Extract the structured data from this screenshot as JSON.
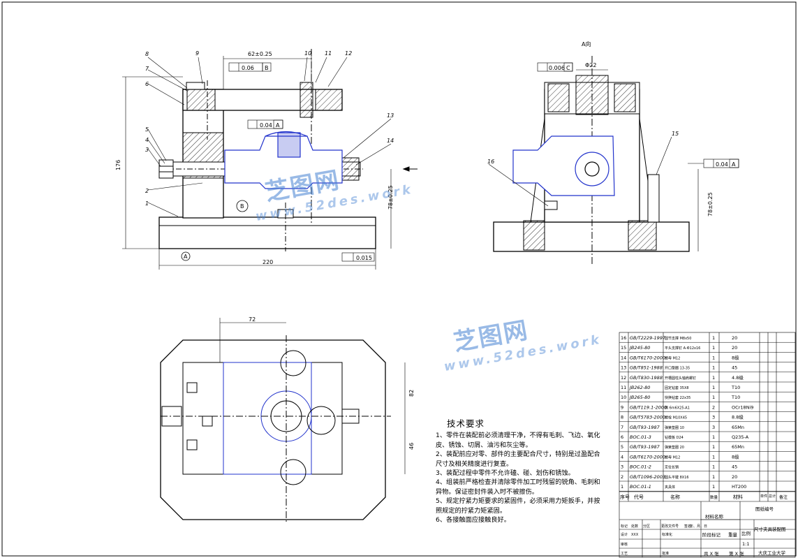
{
  "views": {
    "section_a_label": "A向",
    "callouts_front": [
      "1",
      "2",
      "3",
      "4",
      "5",
      "6",
      "7",
      "8",
      "9",
      "10",
      "11",
      "12",
      "13",
      "14"
    ],
    "callouts_side": [
      "15",
      "16"
    ],
    "dim_top": "62±0.25",
    "dim_height": "176",
    "dim_width": "220",
    "dim_base": "78±0.25",
    "dim_base_side": "78±0.25",
    "dim_phi": "Φ22",
    "dim_plan_72": "72",
    "dim_plan_82": "82",
    "dim_plan_46": "46",
    "tol_perp": "0.06",
    "tol_perp_ref": "B",
    "tol_par_front": "0.04",
    "tol_par_front_ref": "A",
    "tol_flat": "0.015",
    "tol_side_top": "0.006",
    "tol_side_top_ref": "C",
    "tol_side_par": "0.04",
    "tol_side_par_ref": "A",
    "datum_a": "A",
    "datum_b": "B"
  },
  "tech": {
    "title": "技术要求",
    "items": [
      "1、零件在装配前必须清理干净，不得有毛刺、飞边、氧化皮、锈蚀、切屑、油污和灰尘等。",
      "2、装配前应对零、部件的主要配合尺寸，特别是过盈配合尺寸及相关精度进行复查。",
      "3、装配过程中零件不允许磕、碰、划伤和锈蚀。",
      "4、组装前严格检查并清除零件加工时残留的锐角、毛刺和异物。保证密封件装入时不被擦伤。",
      "5、规定拧紧力矩要求的紧固件，必须采用力矩扳手，并按照规定的拧紧力矩紧固。",
      "6、各接触面应接触良好。"
    ]
  },
  "bom": {
    "rows": [
      {
        "no": "16",
        "code": "GB/T2229-1997",
        "name": "圆节支撑 M8x50",
        "qty": "1",
        "mat": "20"
      },
      {
        "no": "15",
        "code": "JB245-80",
        "name": "平头支撑钉 A-Φ12x16",
        "qty": "1",
        "mat": "20"
      },
      {
        "no": "14",
        "code": "GB/T6170-2000",
        "name": "螺母 M12",
        "qty": "1",
        "mat": "8级"
      },
      {
        "no": "13",
        "code": "GB/T851-1988",
        "name": "开口垫圈 13-35",
        "qty": "1",
        "mat": "45"
      },
      {
        "no": "12",
        "code": "GB/T830-1988",
        "name": "开槽圆柱头轴肩螺钉",
        "qty": "1",
        "mat": "4.8级"
      },
      {
        "no": "11",
        "code": "JB262-80",
        "name": "固定钻套 35X8",
        "qty": "1",
        "mat": "T10"
      },
      {
        "no": "10",
        "code": "JB265-80",
        "name": "快换钻套 22x35",
        "qty": "1",
        "mat": "T10"
      },
      {
        "no": "9",
        "code": "GB/T119.1-2000",
        "name": "销 6m6X25-A1",
        "qty": "2",
        "mat": "OCr18Ni9"
      },
      {
        "no": "8",
        "code": "GB/T5783-2000",
        "name": "螺栓 M10X45",
        "qty": "3",
        "mat": "8.8级"
      },
      {
        "no": "7",
        "code": "GB/T93-1987",
        "name": "弹簧垫圈 10",
        "qty": "3",
        "mat": "65Mn"
      },
      {
        "no": "6",
        "code": "BOC.01-3",
        "name": "钻模板 D24",
        "qty": "1",
        "mat": "Q235-A"
      },
      {
        "no": "5",
        "code": "GB/T93-1987",
        "name": "弹簧垫圈 20",
        "qty": "1",
        "mat": "65Mn"
      },
      {
        "no": "4",
        "code": "GB/T6170-2000",
        "name": "螺母 M12",
        "qty": "1",
        "mat": "8级"
      },
      {
        "no": "3",
        "code": "BOC.01-2",
        "name": "定位长销",
        "qty": "1",
        "mat": "45"
      },
      {
        "no": "2",
        "code": "GB/T1096-2003",
        "name": "圆头平键 8X16",
        "qty": "1",
        "mat": "20"
      },
      {
        "no": "1",
        "code": "BOC.01-1",
        "name": "夹具体",
        "qty": "1",
        "mat": "HT200"
      }
    ],
    "header": {
      "no": "序号",
      "code": "代号",
      "name": "名称",
      "qty": "数量",
      "mat": "材料",
      "single": "单件",
      "total": "总计",
      "weight": "重量",
      "remark": "备注"
    }
  },
  "title_block": {
    "material_label": "材料名称",
    "drawing_no_label": "图纸编号",
    "drawing_name": "尺寸夹具装配图",
    "stage_label": "阶段标记",
    "weight_label": "重量",
    "scale_label": "比例",
    "scale": "1:1",
    "school": "大庆工业大学",
    "sheet_total": "共 X 张",
    "sheet_no": "第 X 张",
    "rows": [
      "标记",
      "处数",
      "分区",
      "更改文件号",
      "签名",
      "年、月、日",
      "设计",
      "XXX",
      "标准化",
      "审核",
      "工艺",
      "批准"
    ]
  },
  "watermark": {
    "cn": "芝图网",
    "en": "www.52des.work"
  }
}
